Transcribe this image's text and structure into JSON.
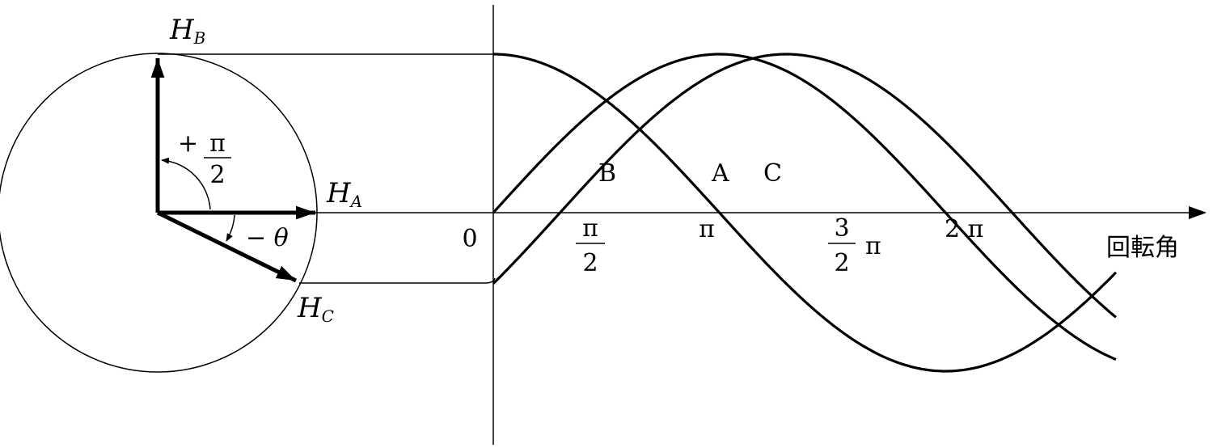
{
  "phasor": {
    "ha": {
      "base": "H",
      "sub": "A"
    },
    "hb": {
      "base": "H",
      "sub": "B"
    },
    "hc": {
      "base": "H",
      "sub": "C"
    },
    "plus_angle": {
      "sign": "+",
      "num": "π",
      "den": "2"
    },
    "minus_angle": "− θ"
  },
  "waveform": {
    "axis_label": "回転角",
    "origin": "0",
    "tick_pi_half": {
      "num": "π",
      "den": "2"
    },
    "tick_pi": "π",
    "tick_three_half_pi": {
      "num": "3",
      "den": "2",
      "suffix": "π"
    },
    "tick_two_pi": "2 π",
    "curves": [
      {
        "name": "A",
        "function": "sin"
      },
      {
        "name": "B",
        "function": "cos"
      },
      {
        "name": "C",
        "function": "sin(x - θ)"
      }
    ]
  }
}
